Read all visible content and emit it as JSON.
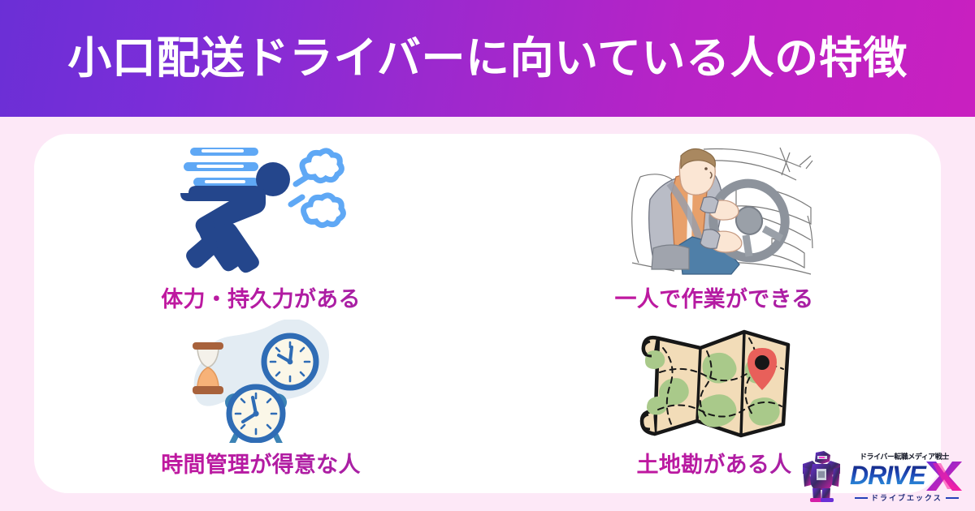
{
  "header": {
    "title": "小口配送ドライバーに向いている人の特徴",
    "gradient_from": "#6b2fd6",
    "gradient_to": "#c920c0",
    "text_color": "#ffffff"
  },
  "page": {
    "background_color": "#fde8f7",
    "card_background_color": "#ffffff"
  },
  "features": [
    {
      "id": "stamina",
      "label": "体力・持久力がある",
      "icon": "running-person-icon",
      "icon_colors": {
        "body": "#24468c",
        "accent": "#5fa8f5"
      }
    },
    {
      "id": "solo-work",
      "label": "一人で作業ができる",
      "icon": "truck-driver-icon",
      "icon_colors": {
        "vest": "#e8a06a",
        "shirt": "#b9bcc6",
        "hair": "#a98860",
        "skin": "#fbe6d4",
        "wheel": "#9aa0a8",
        "pants": "#4f7fa8"
      }
    },
    {
      "id": "time-management",
      "label": "時間管理が得意な人",
      "icon": "clocks-hourglass-icon",
      "icon_colors": {
        "clock": "#2f6cb5",
        "face": "#fbf7e8",
        "sand": "#f7b278",
        "wood": "#a8623c",
        "blob": "#e3ecf3"
      }
    },
    {
      "id": "local-knowledge",
      "label": "土地勘がある人",
      "icon": "folded-map-icon",
      "icon_colors": {
        "paper": "#f2dcb8",
        "land": "#a9c98a",
        "outline": "#171717",
        "pin": "#e8605a"
      }
    }
  ],
  "logo": {
    "kana_top": "ドライバー転職メディア戦士",
    "brand": "DRIVE",
    "brand_mark": "X",
    "kana_bottom": "ドライブエックス",
    "mech_label": "mecha-robot-icon",
    "colors": {
      "brand_from": "#1a2a8c",
      "brand_to": "#2fa7e8",
      "x_from": "#7b2dd8",
      "x_to": "#e81fa8"
    }
  }
}
